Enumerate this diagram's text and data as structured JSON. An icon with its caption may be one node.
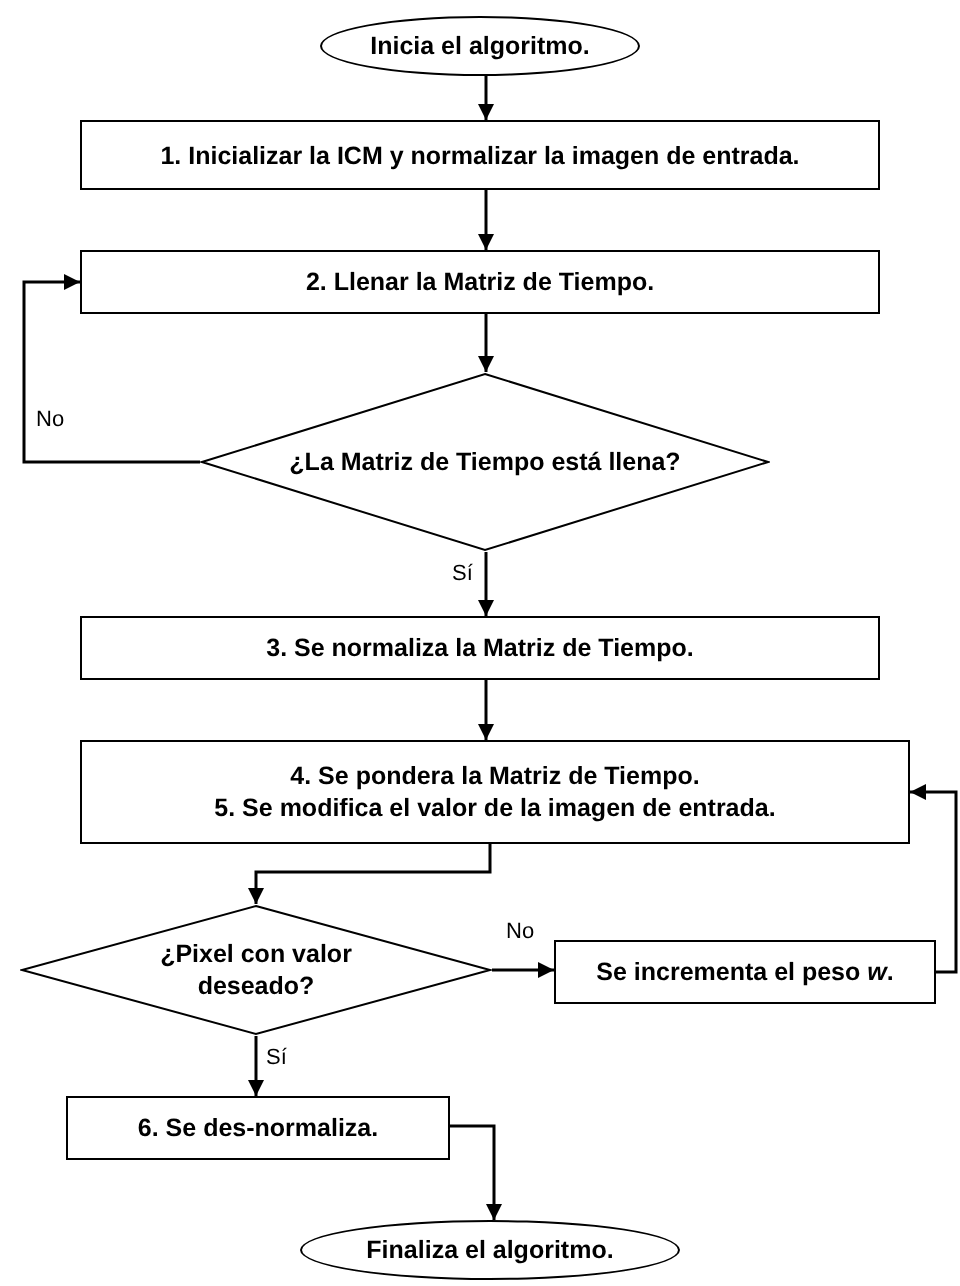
{
  "diagram": {
    "nodes": [
      {
        "text": [
          "Inicia el algoritmo."
        ]
      },
      {
        "text": [
          "1.  Inicializar la ICM y normalizar la imagen de entrada."
        ]
      },
      {
        "text": [
          "2. Llenar la Matriz de Tiempo."
        ]
      },
      {
        "text": [
          "¿La Matriz de Tiempo está llena?"
        ]
      },
      {
        "text": [
          "3. Se normaliza la Matriz  de Tiempo."
        ]
      },
      {
        "text": [
          "4. Se pondera la Matriz de Tiempo.",
          "5. Se modifica el valor de la imagen de entrada."
        ]
      },
      {
        "text": [
          "¿Pixel con valor deseado?"
        ]
      },
      {
        "text": [
          "Se incrementa el peso *w*."
        ]
      },
      {
        "text": [
          "6. Se des-normaliza."
        ]
      },
      {
        "text": [
          "Finaliza el algoritmo."
        ]
      }
    ],
    "edges": [
      {
        "from": 0,
        "to": 1,
        "arrow": "to"
      },
      {
        "from": 1,
        "to": 2,
        "arrow": "to"
      },
      {
        "from": 2,
        "to": 3,
        "arrow": "to"
      },
      {
        "from": 3,
        "to": 2,
        "arrow": "to",
        "label": "No"
      },
      {
        "from": 3,
        "to": 4,
        "arrow": "to",
        "label": "Sí"
      },
      {
        "from": 4,
        "to": 5,
        "arrow": "to"
      },
      {
        "from": 5,
        "to": 6,
        "arrow": "to"
      },
      {
        "from": 6,
        "to": 7,
        "arrow": "to",
        "label": "No"
      },
      {
        "from": 7,
        "to": 5,
        "arrow": "to"
      },
      {
        "from": 6,
        "to": 8,
        "arrow": "to",
        "label": "Sí"
      },
      {
        "from": 8,
        "to": 9,
        "arrow": "to"
      }
    ]
  }
}
